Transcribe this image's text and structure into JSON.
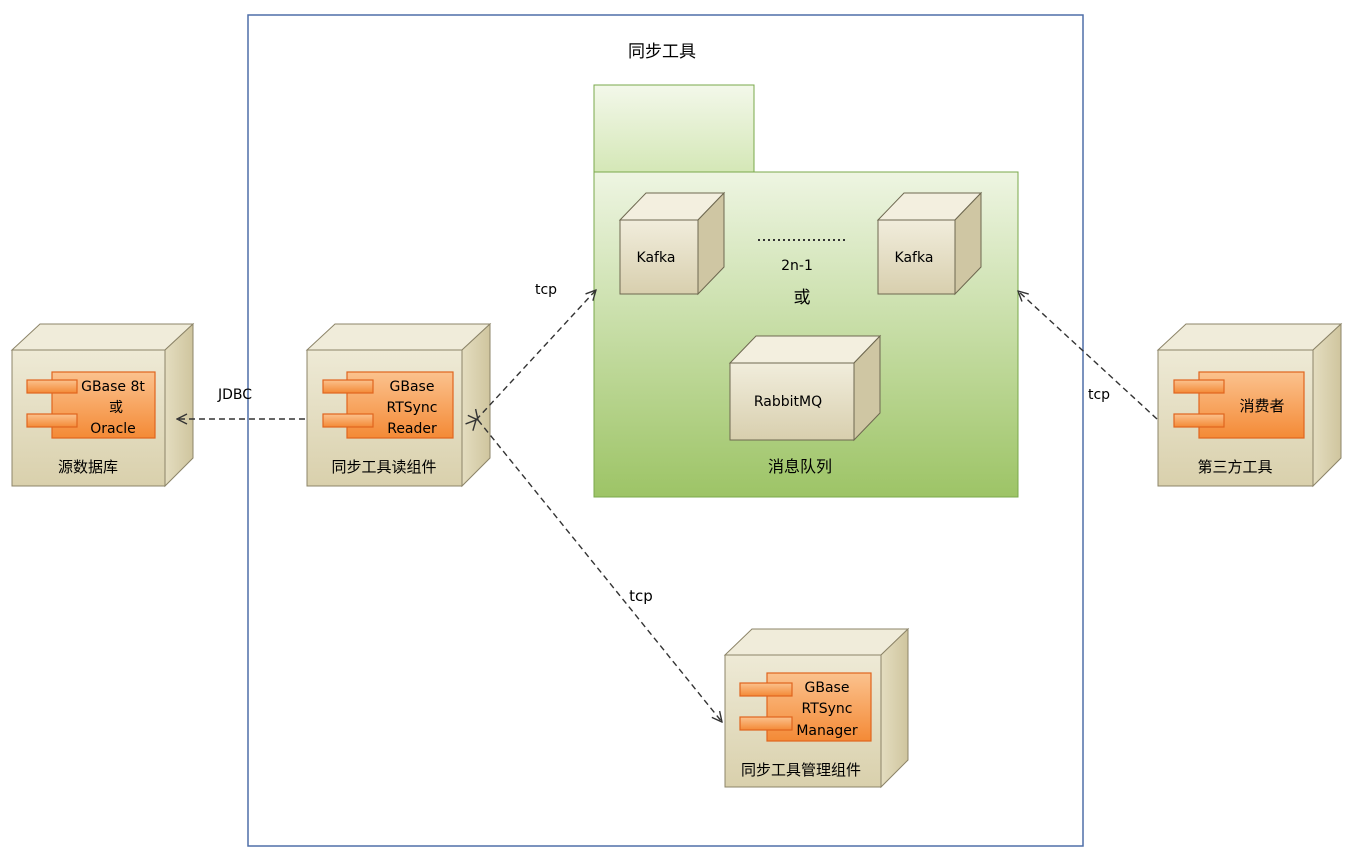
{
  "diagram": {
    "container_title": "同步工具",
    "source_db": {
      "label": "源数据库",
      "component_lines": [
        "GBase 8t",
        "或",
        "Oracle"
      ]
    },
    "reader": {
      "label": "同步工具读组件",
      "component_lines": [
        "GBase",
        "RTSync",
        "Reader"
      ]
    },
    "queue": {
      "label": "消息队列",
      "kafka_left": "Kafka",
      "kafka_right": "Kafka",
      "count": "2n-1",
      "or_text": "或",
      "rabbitmq": "RabbitMQ"
    },
    "manager": {
      "label": "同步工具管理组件",
      "component_lines": [
        "GBase",
        "RTSync",
        "Manager"
      ]
    },
    "third_party": {
      "label": "第三方工具",
      "component_lines": [
        "消费者"
      ]
    },
    "edges": {
      "jdbc": "JDBC",
      "tcp_reader_queue": "tcp",
      "tcp_reader_manager": "tcp",
      "tcp_consumer_queue": "tcp"
    }
  },
  "colors": {
    "container_border": "#4F6FA8",
    "node_front": "#E6E0C4",
    "node_stroke": "#8C8468",
    "component_fill": "#F7A457",
    "component_stroke": "#E0651E",
    "package_fill": "#B7D48A",
    "package_stroke": "#7AA84B"
  }
}
